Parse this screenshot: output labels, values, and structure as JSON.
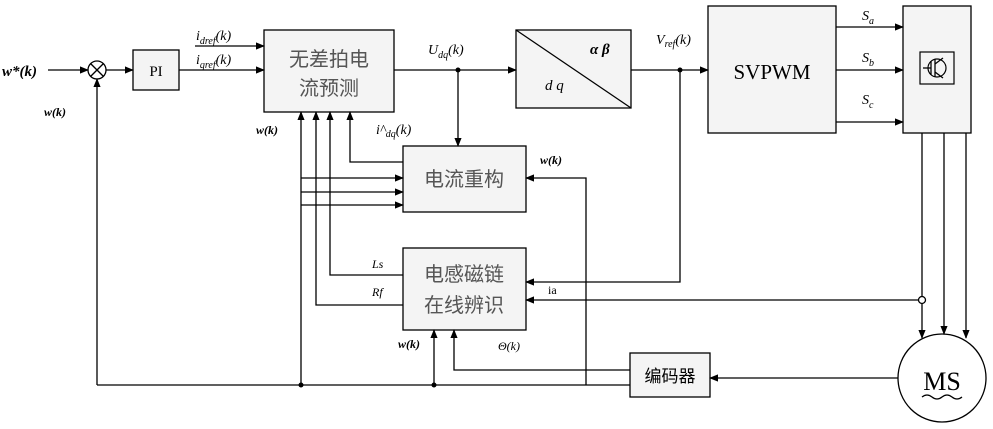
{
  "signals": {
    "w_ref": "w*(k)",
    "w": "w(k)",
    "i_dref": "i",
    "i_dref_sub": "dref",
    "i_qref": "i",
    "i_qref_sub": "qref",
    "k_arg": "(k)",
    "u_dq": "U",
    "u_dq_sub": "dq",
    "i_hat_dq": "i^",
    "i_hat_dq_sub": "dq",
    "v_ref": "V",
    "v_ref_sub": "ref",
    "sa": "S",
    "sa_sub": "a",
    "sb": "S",
    "sb_sub": "b",
    "sc": "S",
    "sc_sub": "c",
    "ls": "Ls",
    "rf": "Rf",
    "ia": "ia",
    "theta": "Θ(k)"
  },
  "blocks": {
    "pi": "PI",
    "predict_line1": "无差拍电",
    "predict_line2": "流预测",
    "transform_in": "d q",
    "transform_out": "α β",
    "svpwm": "SVPWM",
    "reconstruct": "电流重构",
    "ident_line1": "电感磁链",
    "ident_line2": "在线辨识",
    "encoder": "编码器",
    "motor": "MS"
  }
}
